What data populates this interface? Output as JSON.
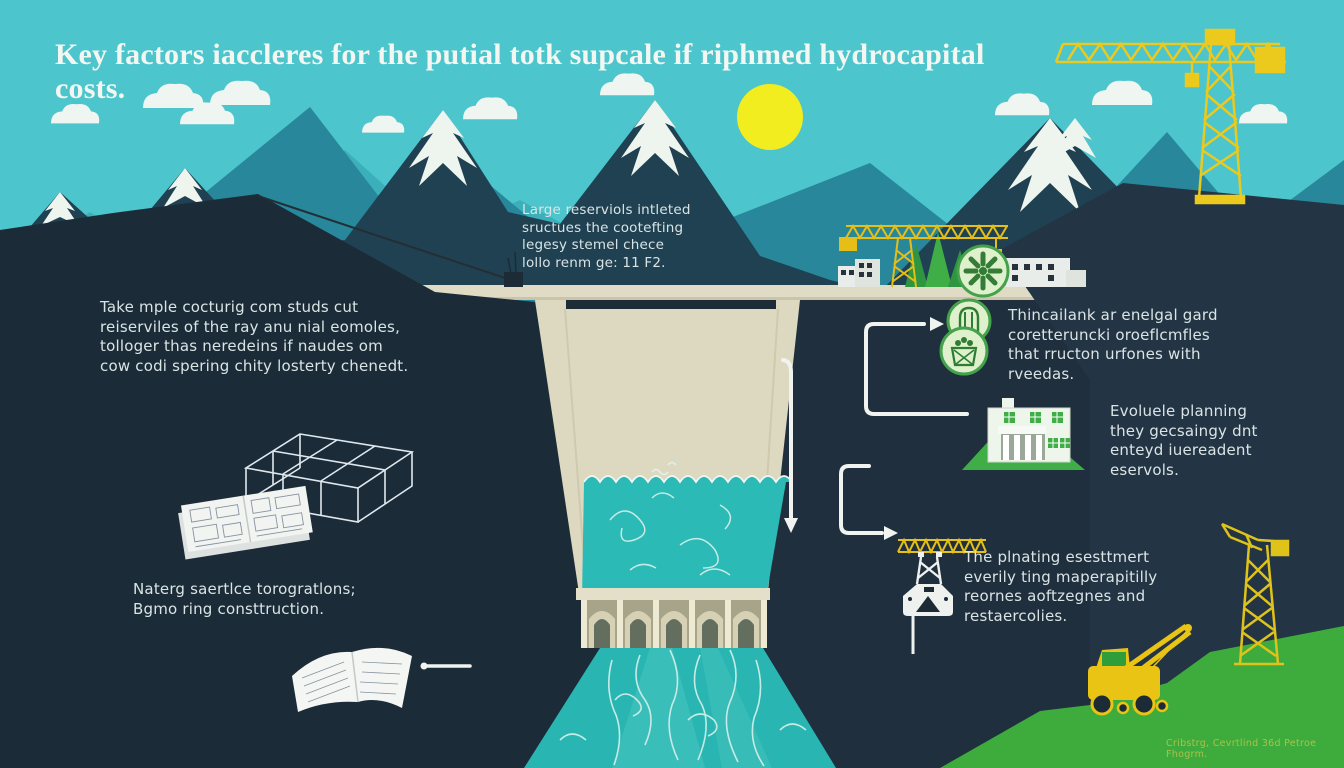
{
  "title": "Key factors iaccleres for the putial totk supcale if riphmed hydrocapital costs.",
  "notes": {
    "reservoir": "Large reserviols intleted\nsructues the cootefting\nlegesy stemel chece\nlollo renm ge: 11 F2.",
    "left": "Take mple cocturig com studs cut\nreiserviles of the ray anu nial eomoles,\ntolloger thas neredeins if naudes om\ncow codi spering chity losterty chenedt.",
    "grid": "Thincailank ar enelgal gard\ncoretteruncki oroeflcmfles\nthat rructon urfones with\nrveedas.",
    "planning": "Evoluele planning\nthey gecsaingy dnt\nenteyd iuereadent\neservols.",
    "assessment": "The plnating esesttmert\neverily ting maperapitilly\nreornes aoftzegnes and\nrestaercolies.",
    "construction": "Naterg saertlce torogratlons;\nBgmo ring consttruction.",
    "footer": "Cribstrg, Cevrtlind 36d Petroe Fhogrm."
  },
  "icons": {
    "sun": "sun-circle",
    "turbine": "turbine-gear-icon",
    "generator": "generator-dome-icon",
    "basket": "sustainability-basket-icon",
    "building": "administration-building-icon",
    "tower_crane_large": "tower-crane-icon",
    "tower_crane_small": "tower-crane-icon",
    "tower_crane_hill": "lattice-crane-icon",
    "excavator": "excavator-icon",
    "derrick": "white-derrick-crane-icon",
    "wireframe": "wireframe-structure-icon",
    "blueprint": "blueprint-sheets-icon",
    "open_book": "open-plan-book-icon"
  },
  "colors": {
    "sky": "#4cc5cd",
    "sun": "#f2ed1f",
    "mountain_teal": "#3cb0ba",
    "mountain_teal_dark": "#28879a",
    "mountain_navy": "#1f4152",
    "snow": "#eef4ee",
    "foreground_dark": "#1b2b38",
    "dam_beige": "#ddd8c0",
    "water_teal": "#2bbab6",
    "hill_green": "#3dac3c",
    "crane_yellow": "#e9c41a",
    "icon_green": "#347d36",
    "arrow_white": "#f0f3f0",
    "text": "#dae4e5"
  }
}
